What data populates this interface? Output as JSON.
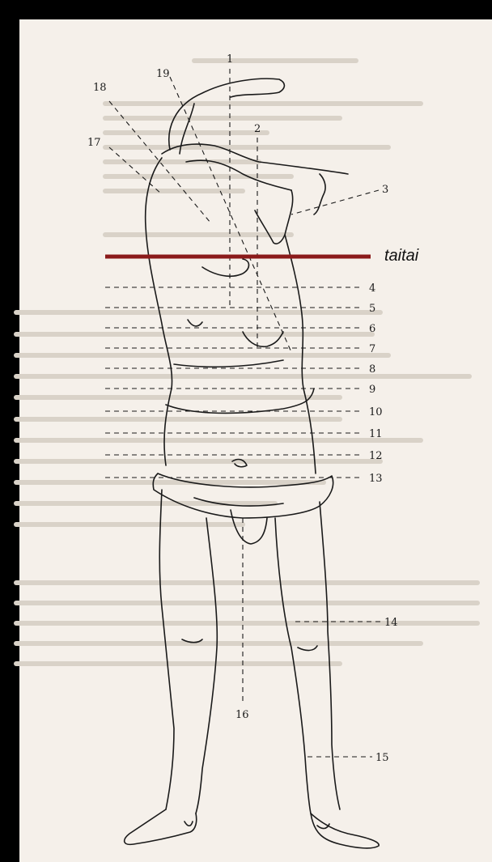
{
  "figure": {
    "overlay_label": "taitai",
    "accent_color": "#8b1a1a",
    "point_labels": [
      "1",
      "2",
      "3",
      "4",
      "5",
      "6",
      "7",
      "8",
      "9",
      "10",
      "11",
      "12",
      "13",
      "14",
      "15",
      "16",
      "17",
      "18",
      "19"
    ]
  },
  "background": {
    "faint_text_lines": [
      "…",
      "…"
    ]
  }
}
